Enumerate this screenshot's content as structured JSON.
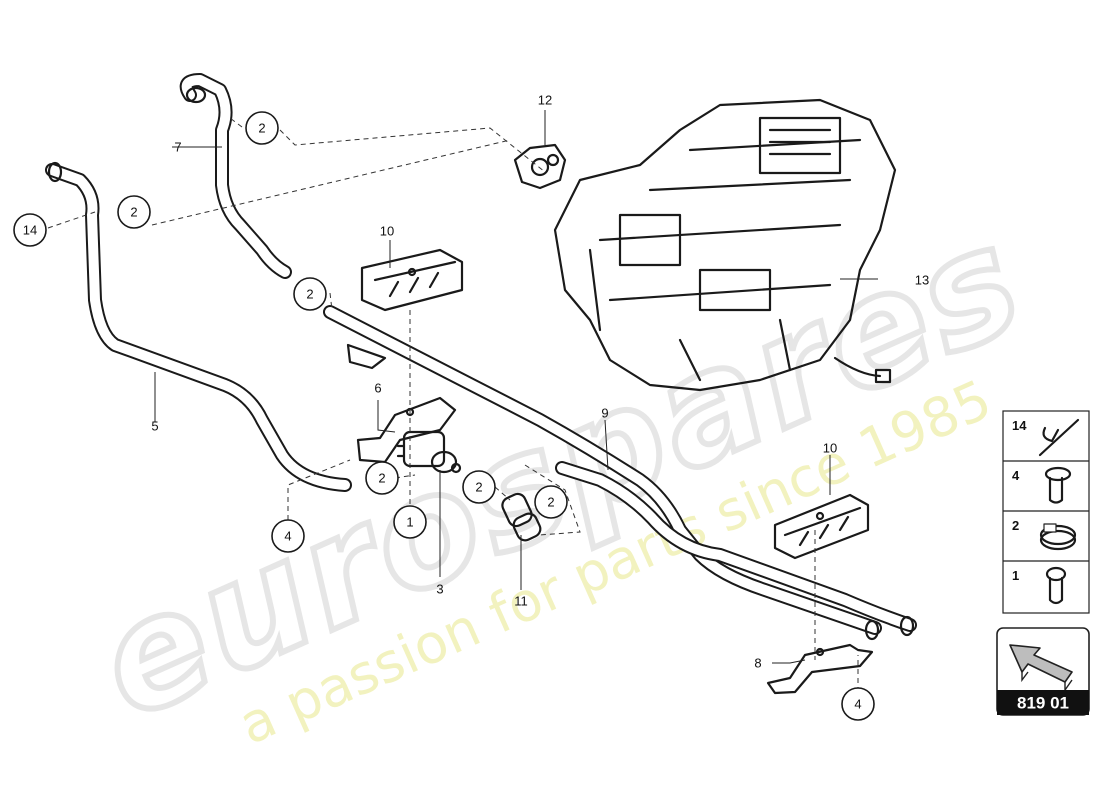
{
  "watermark": {
    "brand": "eurospares",
    "tagline": "a passion for parts since 1985"
  },
  "callouts": {
    "c1": "1",
    "c2": "2",
    "c3": "3",
    "c4": "4",
    "c5": "5",
    "c6": "6",
    "c7": "7",
    "c8": "8",
    "c9": "9",
    "c10": "10",
    "c11": "11",
    "c12": "12",
    "c13": "13",
    "c14": "14"
  },
  "legend": {
    "items": [
      {
        "number": "14",
        "icon": "cable-tie-icon"
      },
      {
        "number": "4",
        "icon": "screw-icon"
      },
      {
        "number": "2",
        "icon": "hose-clamp-icon"
      },
      {
        "number": "1",
        "icon": "bolt-icon"
      }
    ]
  },
  "diagram_code": {
    "arrow_icon": "direction-arrow-icon",
    "code": "819 01"
  }
}
